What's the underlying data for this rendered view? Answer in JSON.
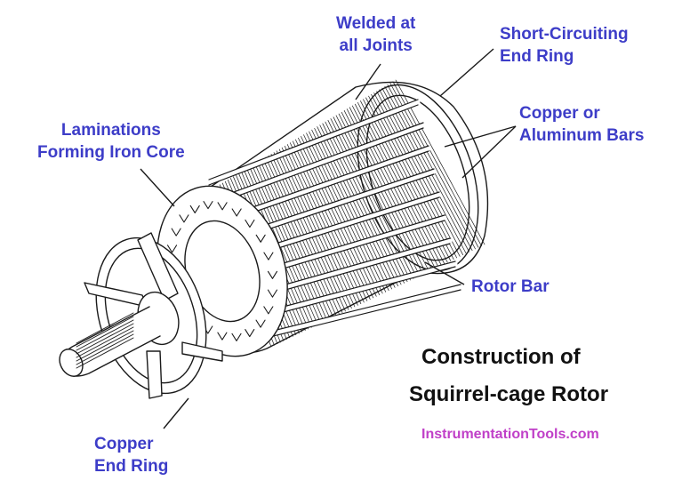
{
  "labels": {
    "welded": {
      "line1": "Welded at",
      "line2": "all Joints"
    },
    "short_circuiting": {
      "line1": "Short-Circuiting",
      "line2": "End Ring"
    },
    "laminations": {
      "line1": "Laminations",
      "line2": "Forming Iron Core"
    },
    "copper_bars": {
      "line1": "Copper or",
      "line2": "Aluminum Bars"
    },
    "rotor_bar": "Rotor Bar",
    "copper_end_ring": {
      "line1": "Copper",
      "line2": "End Ring"
    }
  },
  "title": {
    "line1": "Construction of",
    "line2": "Squirrel-cage Rotor"
  },
  "watermark": "InstrumentationTools.com",
  "colors": {
    "label": "#3d3dc8",
    "title": "#111111",
    "watermark": "#c040c8",
    "line_art": "#1a1a1a"
  }
}
